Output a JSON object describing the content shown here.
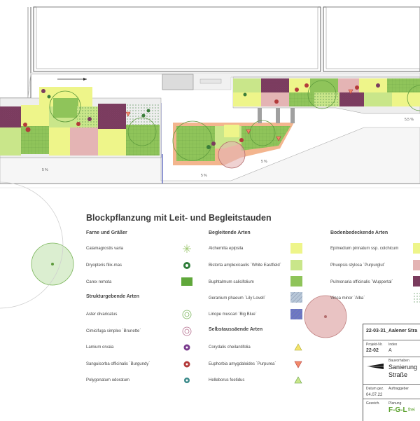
{
  "legend": {
    "title": "Blockpflanzung mit Leit- und Begleitstauden",
    "columns": [
      {
        "heading": "Farne und Gräßer",
        "items": [
          {
            "label": "Calamagrostis varia",
            "symbol": "star-icon"
          },
          {
            "label": "Dryopteris filix-mas",
            "symbol": "fern-dot-icon"
          },
          {
            "label": "Carex remota",
            "symbol": "green-block-icon"
          }
        ],
        "heading2": "Strukturgebende Arten",
        "items2": [
          {
            "label": "Aster divaricatus",
            "symbol": "ring-green-icon"
          },
          {
            "label": "Cimicifuga simplex `Brunette`",
            "symbol": "ring-pink-icon"
          },
          {
            "label": "Lamium orvala",
            "symbol": "dot-purple-icon"
          },
          {
            "label": "Sanguisorba officinalis `Burgundy`",
            "symbol": "dot-red-icon"
          },
          {
            "label": "Polygonatum odoratum",
            "symbol": "dot-teal-icon"
          }
        ]
      },
      {
        "heading": "Begleitende Arten",
        "items": [
          {
            "label": "Alchemilla epipsila",
            "symbol": "yellow-block-icon"
          },
          {
            "label": "Bistorta amplexicaulis `White Eastfield`",
            "symbol": "lightgreen-block-icon"
          },
          {
            "label": "Buphtalmum salicifolium",
            "symbol": "olive-block-icon"
          },
          {
            "label": "Geranium phaeum `Lily Lovell`",
            "symbol": "hatch-block-icon"
          },
          {
            "label": "Liriope muscari `Big Blue`",
            "symbol": "blue-block-icon"
          }
        ],
        "heading2": "Selbstaussäende Arten",
        "items2": [
          {
            "label": "Corydalis cheilantifolia",
            "symbol": "triangle-yellow-icon"
          },
          {
            "label": "Euphorbia amygdaloides `Purpurea`",
            "symbol": "triangle-red-icon"
          },
          {
            "label": "Helleborus foetidus",
            "symbol": "triangle-green-icon"
          }
        ]
      },
      {
        "heading": "Bodenbedeckende Arten",
        "items": [
          {
            "label": "Epimedium pinnatum ssp. colchicum",
            "symbol": "yellow2-block-icon"
          },
          {
            "label": "Phuopsis stylosa `Purpurglut`",
            "symbol": "pink-block-icon"
          },
          {
            "label": "Pulmonaria officinalis `Wuppertal`",
            "symbol": "purple-block-icon"
          },
          {
            "label": "Vinca minor `Alba`",
            "symbol": "dots-block-icon"
          }
        ]
      }
    ]
  },
  "title_block": {
    "project": "22-03-31_Aalener Stra",
    "projekt_nr_label": "Projekt-Nr.",
    "projekt_nr": "22-02",
    "index_label": "Index",
    "index": "A",
    "bauvorhaben_label": "Bauvorhaben",
    "bauvorhaben": "Sanierung",
    "bauvorhaben2": "Straße",
    "datum_label": "Datum gez.",
    "datum": "04.07.22",
    "auftraggeber_label": "Auftraggeber",
    "gezeichnet_label": "Gezeich.",
    "planung_label": "Planung",
    "planung": "F-G-L",
    "planung_suffix": "frei"
  },
  "plan_labels": {
    "slope_a": "5 %",
    "slope_b": "5 %",
    "slope_c": "5 %",
    "slope_d": "5,5 %"
  },
  "colors": {
    "yellow": "#eef58a",
    "lightgreen": "#c9e68a",
    "green": "#8fc45a",
    "darkgreen": "#5fa83a",
    "pink": "#e4b4b4",
    "purple": "#7a3c5e",
    "blue": "#6b74c4",
    "hatch": "#b8c7d8",
    "orange": "#f3b58e"
  }
}
